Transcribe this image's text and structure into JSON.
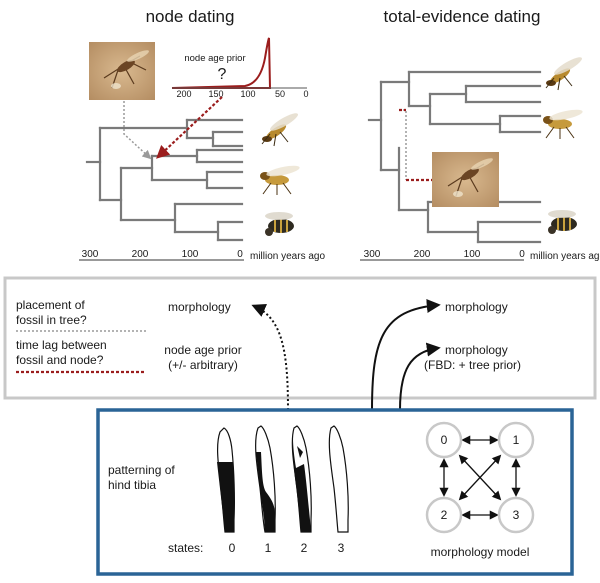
{
  "titles": {
    "left": "node dating",
    "right": "total-evidence dating"
  },
  "prior_inset": {
    "label": "node age prior",
    "mark": "?",
    "ticks": [
      "200",
      "150",
      "100",
      "50",
      "0"
    ]
  },
  "axis": {
    "ticks": [
      "300",
      "200",
      "100",
      "0"
    ],
    "unit": "million years ago"
  },
  "comparison": {
    "placement": [
      "placement of",
      "fossil in tree?"
    ],
    "time_lag": [
      "time lag between",
      "fossil and node?"
    ],
    "nd_morphology": "morphology",
    "nd_prior": [
      "node age prior",
      "(+/- arbitrary)"
    ],
    "te_morphology": "morphology",
    "te_morphology2": "morphology",
    "te_fbd": "(FBD: + tree prior)"
  },
  "bottom": {
    "character": [
      "patterning of",
      "hind tibia"
    ],
    "states_label": "states:",
    "states": [
      "0",
      "1",
      "2",
      "3"
    ],
    "model_nodes": [
      "0",
      "1",
      "2",
      "3"
    ],
    "model_label": "morphology model"
  },
  "colors": {
    "tree": "#7a7a7a",
    "fossil_red": "#9b1d1d",
    "frame_blue": "#2a6496",
    "frame_gray": "#c8c8c8",
    "placement_line": "#9a9a9a"
  },
  "icons": [
    "wasp-photo-icon",
    "fossil-photo-icon",
    "hind-tibia-icon"
  ]
}
